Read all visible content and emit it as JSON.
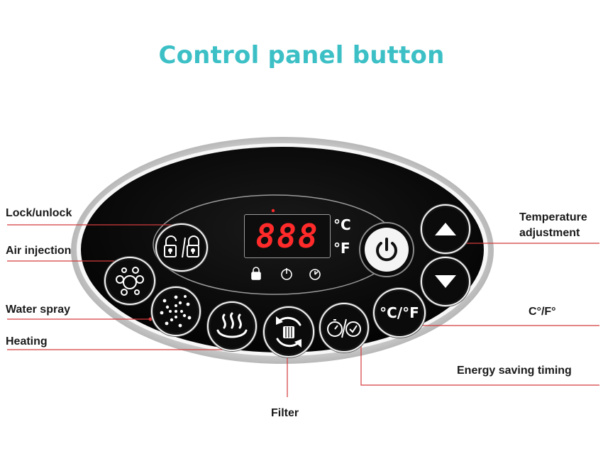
{
  "title": "Control panel button",
  "labels": {
    "lock": "Lock/unlock",
    "air": "Air injection",
    "spray": "Water spray",
    "heating": "Heating",
    "filter": "Filter",
    "timing": "Energy saving timing",
    "unit_toggle": "C°/F°",
    "temp_line1": "Temperature",
    "temp_line2": "adjustment"
  },
  "display": {
    "digits": "888",
    "celsius": "°C",
    "fahrenheit": "°F"
  },
  "buttons": {
    "unit_toggle_label": "°C/°F"
  },
  "colors": {
    "title": "#3cc0c6",
    "leader_lines": "#d43b3b",
    "digits": "#ff2a2a",
    "panel": "#0b0b0b",
    "panel_rim": "#b9b9b9"
  },
  "icons": [
    "lock-unlock-icon",
    "bubbles-icon",
    "water-spray-icon",
    "heating-icon",
    "filter-icon",
    "timer-icon",
    "power-icon",
    "arrow-up-icon",
    "arrow-down-icon"
  ]
}
